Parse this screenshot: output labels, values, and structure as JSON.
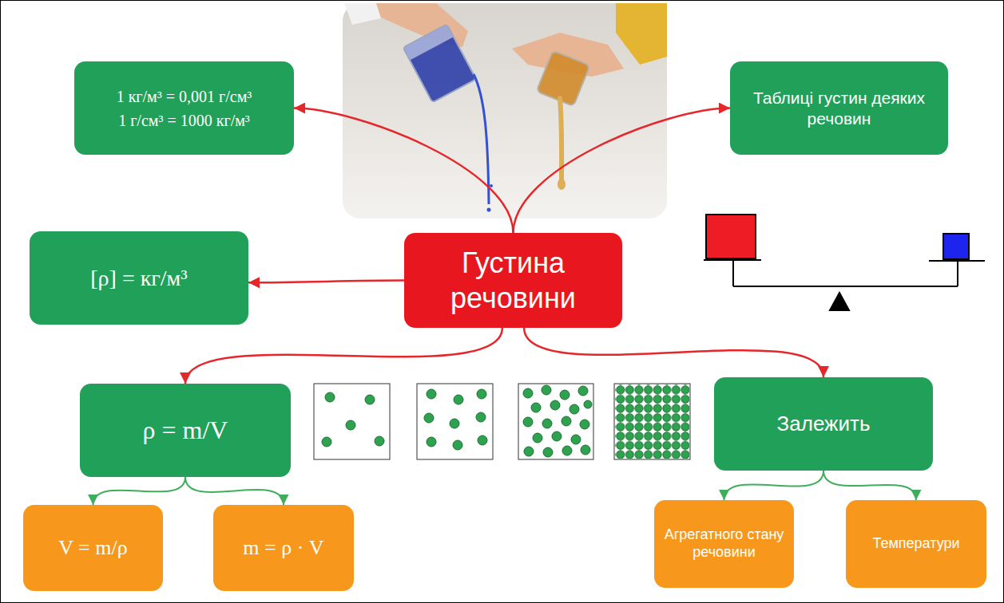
{
  "diagram": {
    "nodes": [
      {
        "text": [
          "Густина речовини"
        ]
      },
      {
        "text": [
          "1 кг/м³ = 0,001 г/см³",
          "1 г/см³ = 1000 кг/м³"
        ]
      },
      {
        "text": [
          "Таблиці густин деяких речовин"
        ]
      },
      {
        "text": [
          "[ρ] = кг/м³"
        ]
      },
      {
        "text": [
          "ρ = m/V"
        ]
      },
      {
        "text": [
          "Залежить"
        ]
      },
      {
        "text": [
          "V = m/ρ"
        ]
      },
      {
        "text": [
          "m = ρ · V"
        ]
      },
      {
        "text": [
          "Агрегатного стану речовини"
        ]
      },
      {
        "text": [
          "Температури"
        ]
      }
    ],
    "edges": [
      {
        "from": 0,
        "to": 1,
        "arrow": "to"
      },
      {
        "from": 0,
        "to": 2,
        "arrow": "to"
      },
      {
        "from": 0,
        "to": 3,
        "arrow": "to"
      },
      {
        "from": 0,
        "to": 4,
        "arrow": "to"
      },
      {
        "from": 0,
        "to": 5,
        "arrow": "to"
      },
      {
        "from": 4,
        "to": 6,
        "arrow": "to"
      },
      {
        "from": 4,
        "to": 7,
        "arrow": "to"
      },
      {
        "from": 5,
        "to": 8,
        "arrow": "to"
      },
      {
        "from": 5,
        "to": 9,
        "arrow": "to"
      }
    ]
  }
}
